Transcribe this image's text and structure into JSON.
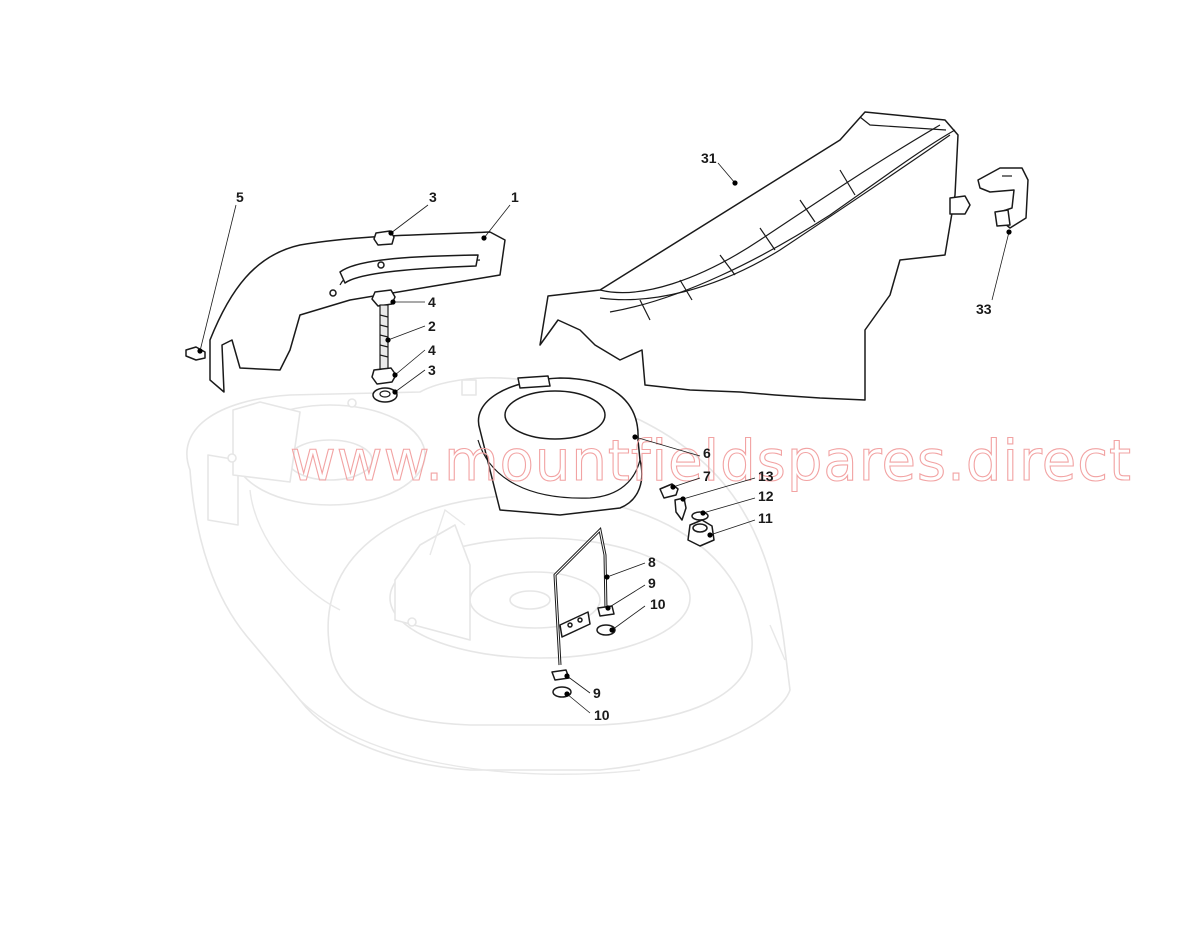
{
  "watermark": "www.mountfieldspares.direct",
  "callouts": {
    "c1": "1",
    "c2": "2",
    "c3a": "3",
    "c3b": "3",
    "c4a": "4",
    "c4b": "4",
    "c5": "5",
    "c6": "6",
    "c7": "7",
    "c8": "8",
    "c9a": "9",
    "c9b": "9",
    "c10a": "10",
    "c10b": "10",
    "c11": "11",
    "c12": "12",
    "c13": "13",
    "c31": "31",
    "c33": "33"
  }
}
